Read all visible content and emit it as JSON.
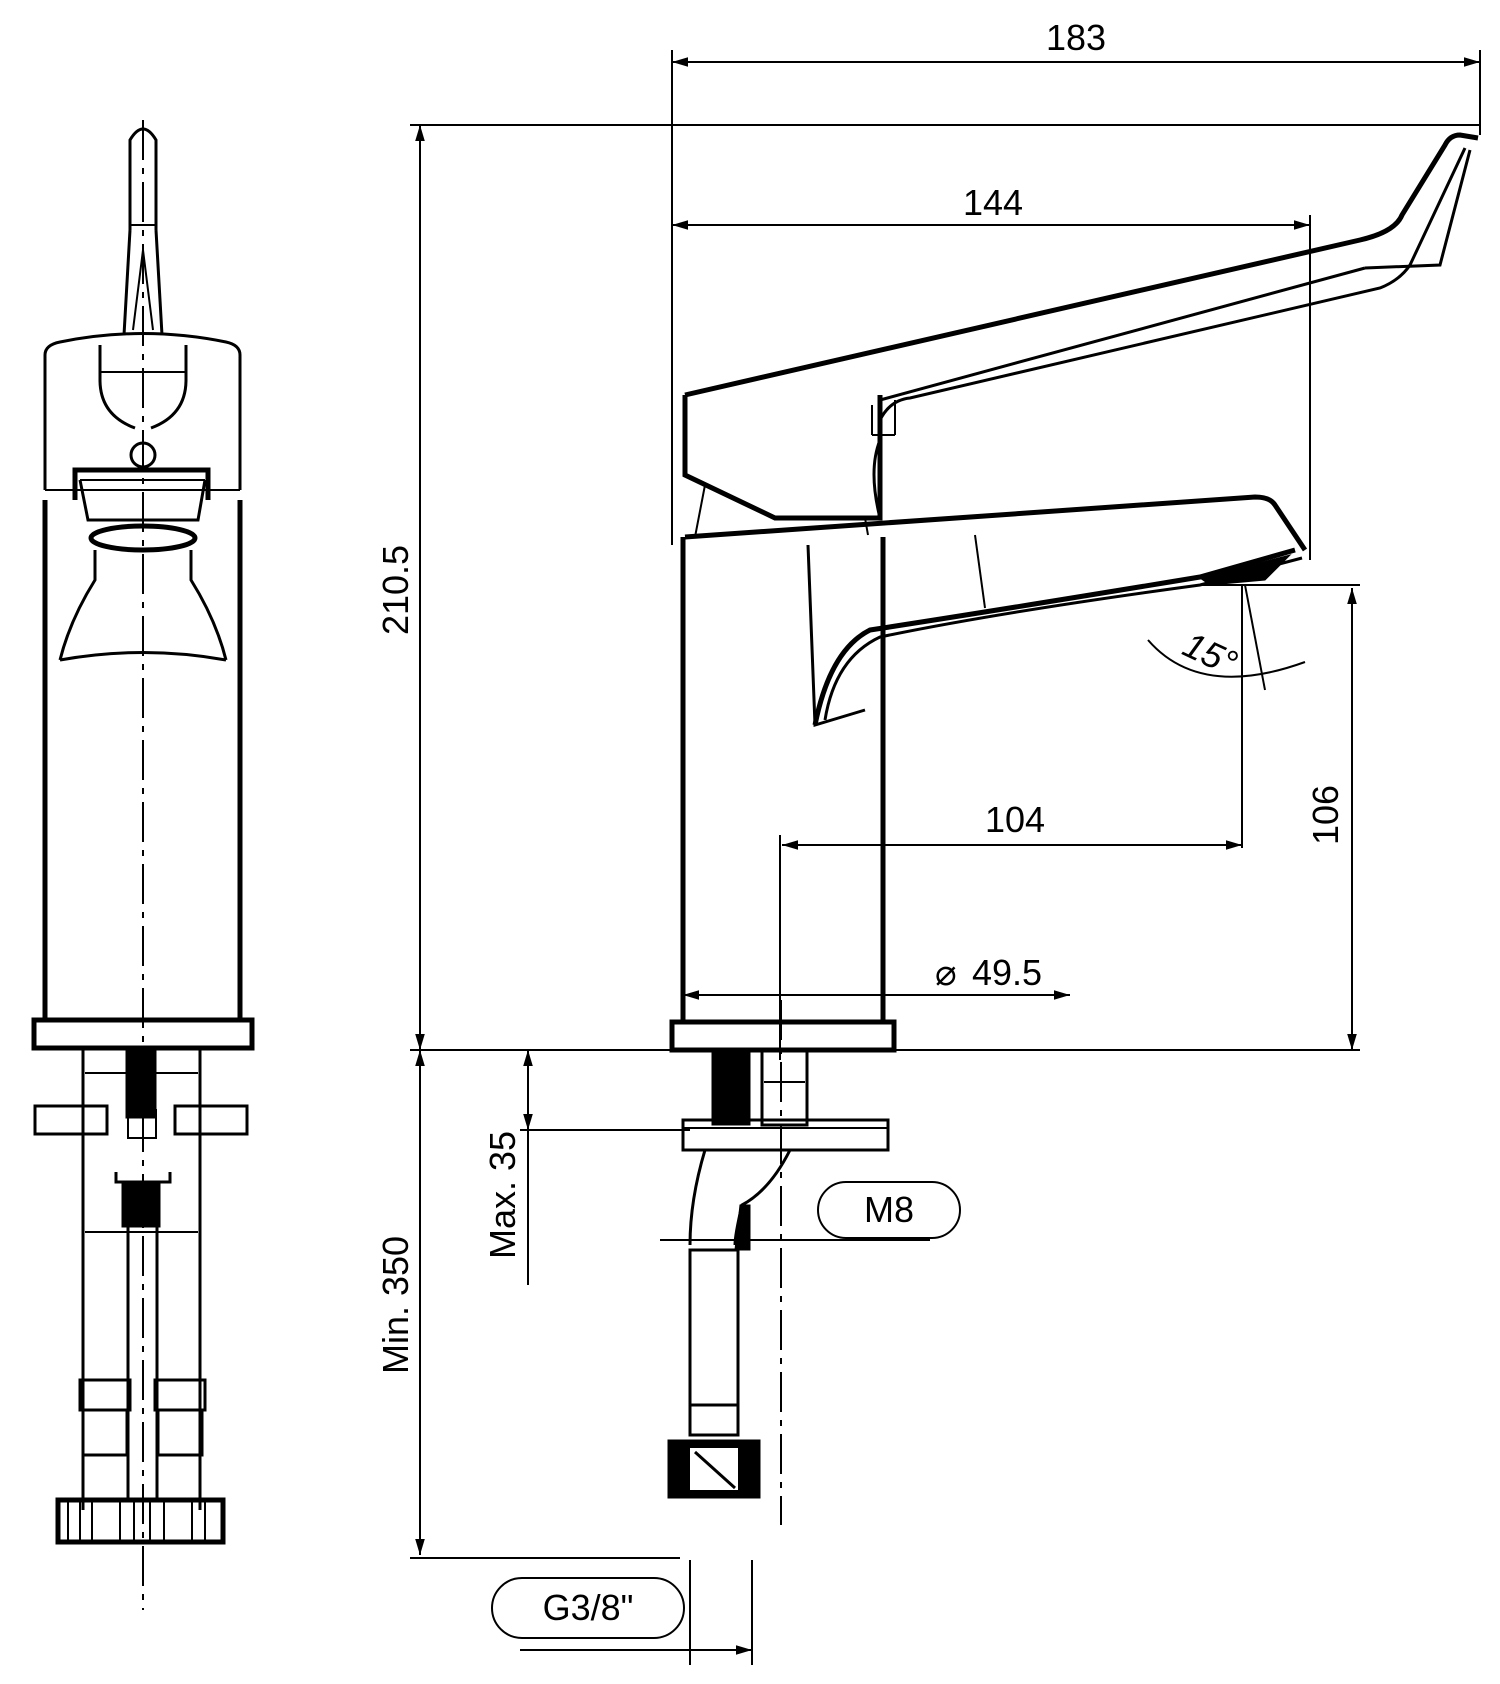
{
  "drawing": {
    "subject": "Single-lever basin mixer with long clinical lever",
    "views": [
      "side-view",
      "front-view"
    ],
    "line_color": "#000000",
    "background": "#ffffff"
  },
  "dimensions": {
    "overall_length": "183",
    "lever_reach": "144",
    "overall_height": "210.5",
    "spout_height": "106",
    "spout_reach": "104",
    "spout_angle": "15°",
    "body_diameter_symbol": "⌀",
    "body_diameter": "49.5",
    "max_deck_thickness": "Max. 35",
    "min_hose_length": "Min. 350"
  },
  "callouts": {
    "thread": "M8",
    "connection": "G3/8\""
  }
}
